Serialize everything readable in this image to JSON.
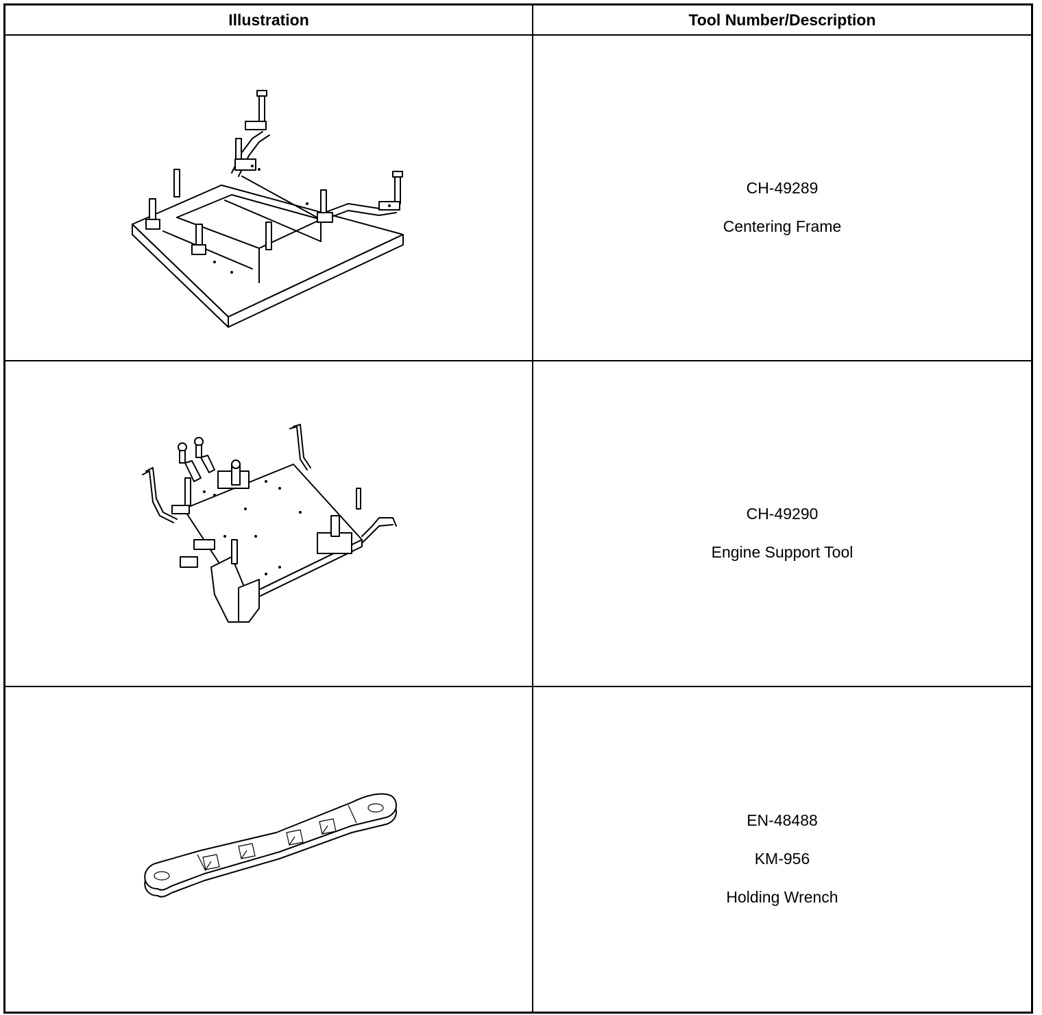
{
  "table": {
    "headers": {
      "illustration": "Illustration",
      "tool": "Tool Number/Description"
    },
    "rows": [
      {
        "illustration_icon": "centering-frame-drawing",
        "lines": [
          "CH-49289",
          "Centering Frame"
        ]
      },
      {
        "illustration_icon": "engine-support-tool-drawing",
        "lines": [
          "CH-49290",
          "Engine Support Tool"
        ]
      },
      {
        "illustration_icon": "holding-wrench-drawing",
        "lines": [
          "EN-48488",
          "KM-956",
          "Holding Wrench"
        ]
      }
    ]
  }
}
